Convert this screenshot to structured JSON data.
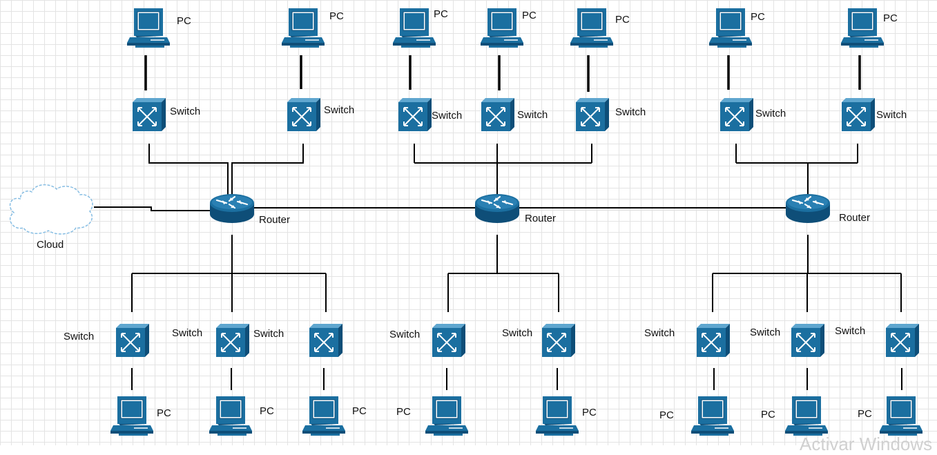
{
  "labels": {
    "pc": "PC",
    "switch": "Switch",
    "router": "Router",
    "cloud": "Cloud"
  },
  "watermark": "Activar Windows",
  "colors": {
    "device_fill": "#1b6fa0",
    "device_light": "#5fa6cf",
    "device_dark": "#0e4e78",
    "line": "#000000",
    "cloud_stroke": "#86bde3",
    "grid": "#e3e3e3"
  },
  "icons": {
    "pc": "pc-icon",
    "switch": "switch-icon",
    "router": "router-icon",
    "cloud": "cloud-icon"
  }
}
